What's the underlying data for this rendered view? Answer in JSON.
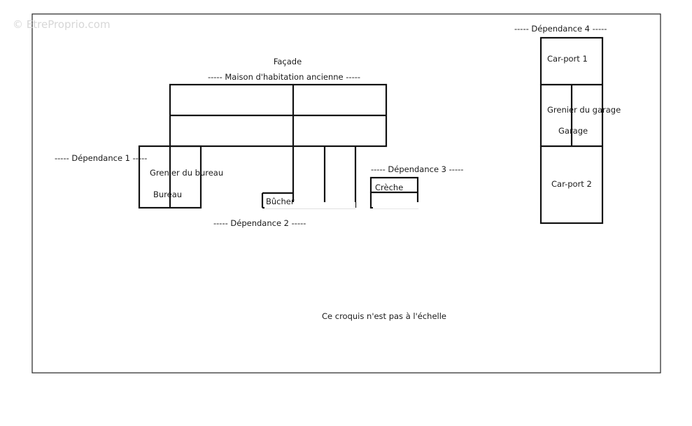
{
  "watermark": "© EtreProprio.com",
  "title": "Façade",
  "labels": {
    "maison": "----- Maison d'habitation ancienne -----",
    "dep1": "----- Dépendance 1 -----",
    "dep2": "----- Dépendance 2 -----",
    "dep3": "----- Dépendance 3 -----",
    "dep4": "----- Dépendance 4 -----",
    "grenier_bureau": "Grenier du bureau",
    "bureau": "Bureau",
    "bucher": "Bûcher",
    "creche": "Crèche",
    "carport1": "Car-port 1",
    "grenier_garage": "Grenier du garage",
    "garage": "Garage",
    "carport2": "Car-port 2"
  },
  "note": "Ce croquis n'est pas à l'échelle",
  "colors": {
    "line": "#111111",
    "text": "#1a1a1a",
    "watermark": "#d7d7d7"
  }
}
